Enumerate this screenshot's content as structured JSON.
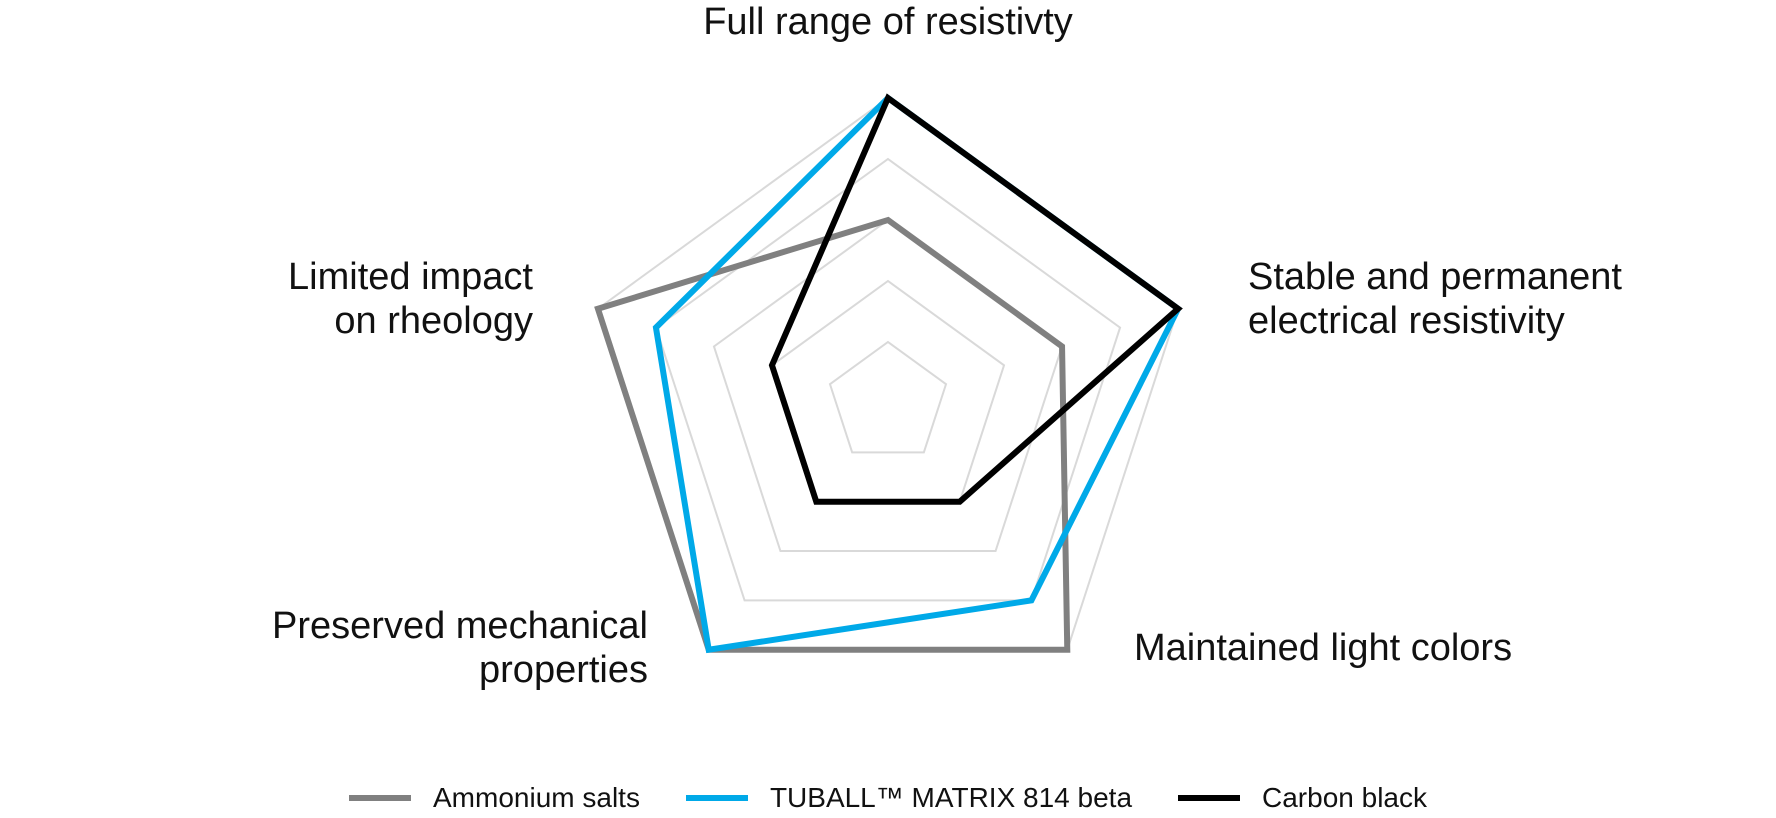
{
  "chart_data": {
    "type": "radar",
    "title": "",
    "axes": [
      {
        "label_lines": [
          "Full range of resistivty"
        ]
      },
      {
        "label_lines": [
          "Stable and permanent",
          "electrical resistivity"
        ]
      },
      {
        "label_lines": [
          "Maintained light colors"
        ]
      },
      {
        "label_lines": [
          "Preserved mechanical",
          "properties"
        ]
      },
      {
        "label_lines": [
          "Limited impact",
          "on rheology"
        ]
      }
    ],
    "scale": {
      "min": 0,
      "max": 5,
      "rings": [
        1,
        2,
        3,
        4,
        5
      ]
    },
    "series": [
      {
        "name": "Ammonium salts",
        "color": "#808080",
        "values": [
          3,
          3,
          5,
          5,
          5
        ]
      },
      {
        "name": "TUBALL™  MATRIX 814 beta",
        "color": "#00a9e8",
        "values": [
          5,
          5,
          4,
          5,
          4
        ]
      },
      {
        "name": "Carbon black",
        "color": "#000000",
        "values": [
          5,
          5,
          2,
          2,
          2
        ]
      }
    ],
    "grid": true,
    "legend_position": "bottom"
  }
}
